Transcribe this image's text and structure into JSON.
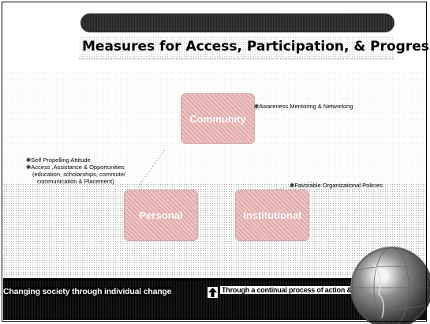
{
  "slide": {
    "title": "Measures for Access, Participation, & Progression"
  },
  "diagram": {
    "nodes": [
      {
        "id": "community",
        "label": "Community"
      },
      {
        "id": "personal",
        "label": "Personal"
      },
      {
        "id": "institutional",
        "label": "Institutional"
      }
    ],
    "annotations": {
      "community": [
        "Awareness,Mentoring & Networking"
      ],
      "personal": [
        "Self Propelling Attitude",
        "Access ,Assistance & Opportunities",
        "(education, scholarships, commute/",
        "communication & Placement)"
      ],
      "institutional": [
        "Favorable Organizational Policies"
      ]
    },
    "bullet_glyph": "❃"
  },
  "footer": {
    "tagline": "Changing society through individual change",
    "process_text": "Through a continual process of action & reflection",
    "arrow_icon": "up-arrow-icon",
    "globe_icon": "globe-icon"
  },
  "colors": {
    "node_fill": "#e7b5b5",
    "title_bar": "#2a2a2a",
    "footer_bg": "#111111"
  }
}
